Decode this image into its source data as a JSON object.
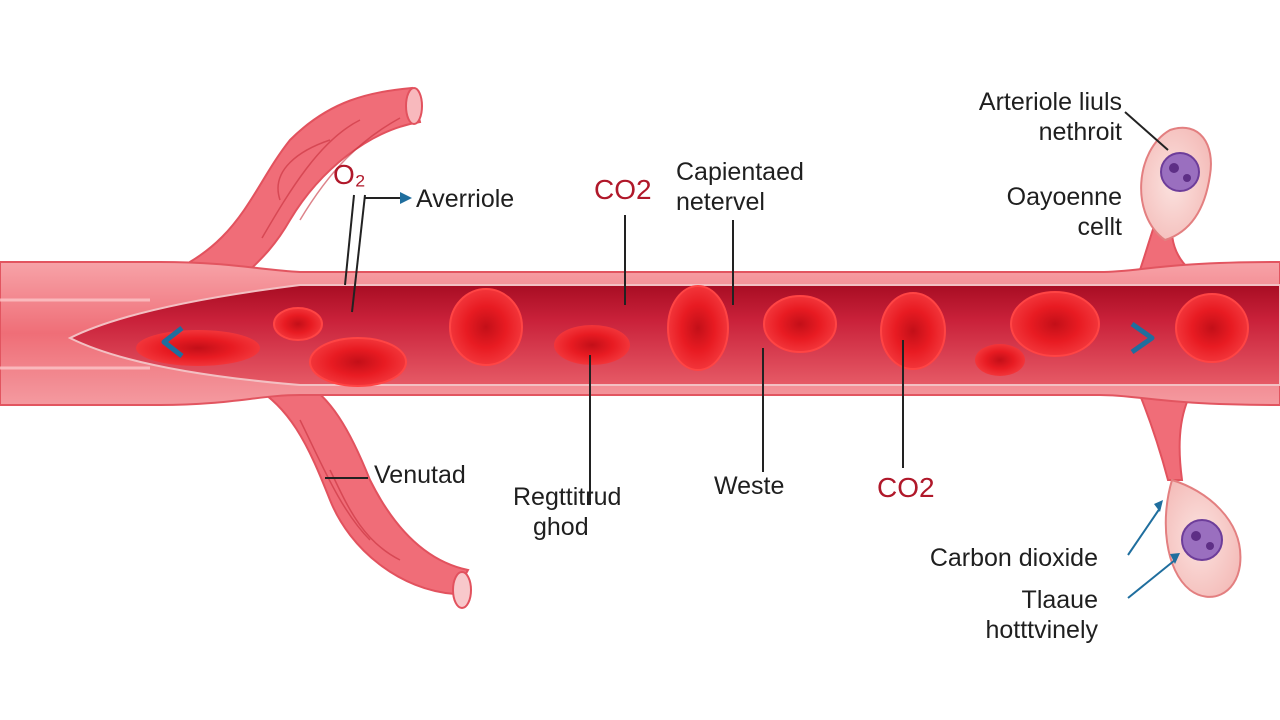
{
  "diagram": {
    "colors": {
      "vessel_light": "#f8a9ad",
      "vessel_mid": "#ef6b74",
      "vessel_dark": "#c5202e",
      "lumen": "#b5122a",
      "rbc": "#e81b22",
      "rbc_center": "#c10f18",
      "chem_text": "#b0182a",
      "arrow_blue": "#1f6e9e",
      "cell_fill": "#f9d3d0",
      "nucleus": "#9a6fbf",
      "leader": "#222222"
    },
    "chem_labels": {
      "o2": "O₂",
      "co2_top": "CO2",
      "co2_bottom": "CO2"
    },
    "labels": {
      "averriole": "Averriole",
      "capillary": [
        "Capientaed",
        "netervel"
      ],
      "arteriole": [
        "Arteriole liuls",
        "nethroit"
      ],
      "oxygen_cell": [
        "Oayoenne",
        "cellt"
      ],
      "venule": "Venutad",
      "red_blood": [
        "Regttitrud",
        "ghod"
      ],
      "waste": "Weste",
      "carbon_dioxide": "Carbon dioxide",
      "tissue": [
        "Tlaaue",
        "hotttvinely"
      ]
    },
    "icons": [
      "flow-arrow-left-icon",
      "flow-arrow-right-icon",
      "tissue-cell-icon",
      "nucleus-icon"
    ]
  }
}
